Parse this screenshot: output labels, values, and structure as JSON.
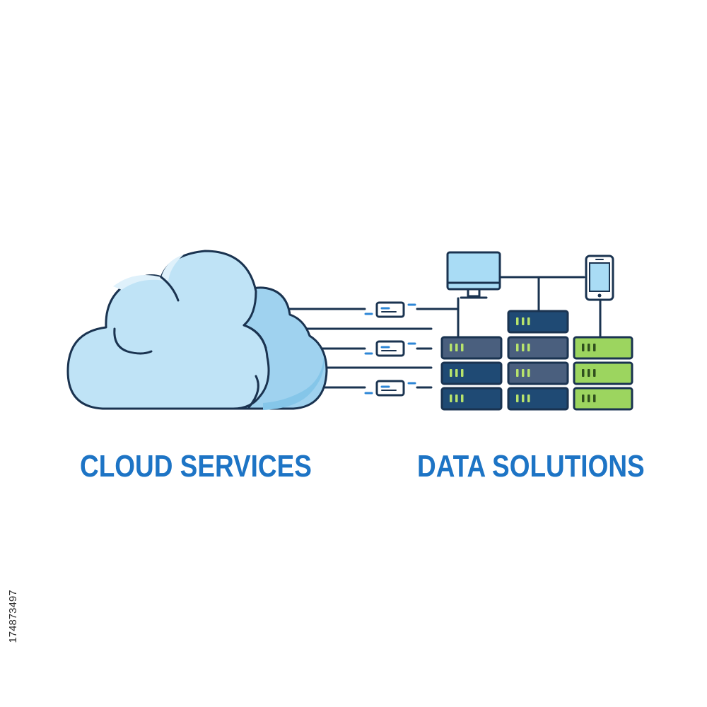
{
  "captions": {
    "left": "CLOUD SERVICES",
    "right": "DATA SOLUTIONS"
  },
  "stock_id": "174873497",
  "colors": {
    "outline": "#1a3350",
    "cloud_light": "#bfe3f6",
    "cloud_mid": "#9fd2ef",
    "cloud_shade": "#85c6e9",
    "screen": "#a9dcf5",
    "rack_dark": "#1f4a74",
    "rack_slate": "#4a5f7e",
    "rack_green": "#9cd55f",
    "led_green": "#b7e36c",
    "led_dark": "#2f4f1e",
    "dash_blue": "#2d86d6",
    "caption": "#1d74c5"
  },
  "icons": {
    "cloud": "cloud-icon",
    "monitor": "monitor-icon",
    "phone": "smartphone-icon",
    "packet": "data-packet-icon",
    "server": "server-rack-icon"
  }
}
